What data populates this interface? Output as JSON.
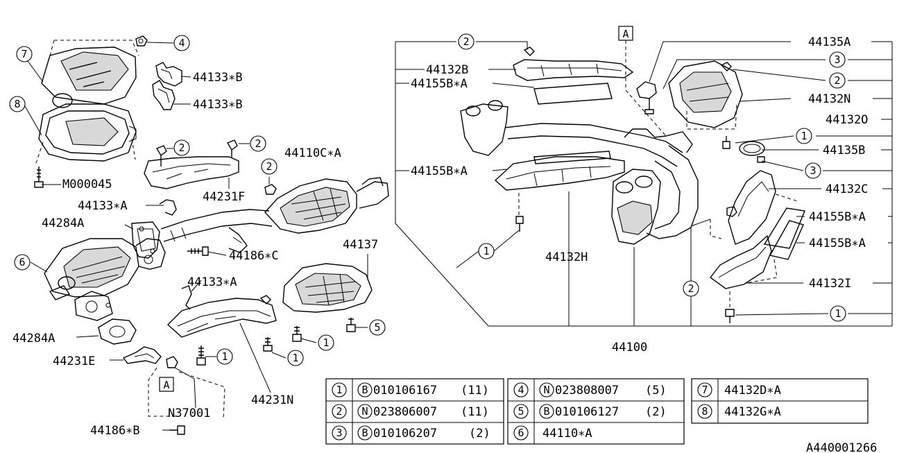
{
  "callouts": {
    "c_1": "1",
    "c_2": "2",
    "c_3": "3",
    "c_4": "4",
    "c_5": "5",
    "c_6": "6",
    "c_7": "7",
    "c_8": "8",
    "ref_a": "A"
  },
  "labels": {
    "p44133_B_1": "44133∗B",
    "p44133_B_2": "44133∗B",
    "M000045": "M000045",
    "p44110C_A": "44110C∗A",
    "p44231F": "44231F",
    "p44133_A_1": "44133∗A",
    "p44284A_1": "44284A",
    "p44186_C": "44186∗C",
    "p44137": "44137",
    "p44133_A_2": "44133∗A",
    "p44284A_2": "44284A",
    "p44231E": "44231E",
    "N37001": "N37001",
    "p44231N": "44231N",
    "p44186_B": "44186∗B",
    "p44135A": "44135A",
    "p44132B": "44132B",
    "p44155B_A_1": "44155B∗A",
    "p44132N": "44132N",
    "p44132O": "44132O",
    "p44135B": "44135B",
    "p44155B_A_2": "44155B∗A",
    "p44132C": "44132C",
    "p44155B_A_3": "44155B∗A",
    "p44155B_A_4": "44155B∗A",
    "p44132H": "44132H",
    "p44132I": "44132I",
    "p44100": "44100",
    "code": "A440001266"
  },
  "legend": {
    "rows": [
      {
        "num": "1",
        "type": "B",
        "part": "010106167",
        "qty": "(11)"
      },
      {
        "num": "2",
        "type": "N",
        "part": "023806007",
        "qty": "(11)"
      },
      {
        "num": "3",
        "type": "B",
        "part": "010106207",
        "qty": "(2)"
      },
      {
        "num": "4",
        "type": "N",
        "part": "023808007",
        "qty": "(5)"
      },
      {
        "num": "5",
        "type": "B",
        "part": "010106127",
        "qty": "(2)"
      },
      {
        "num": "6",
        "type": "",
        "part": "44110∗A",
        "qty": ""
      },
      {
        "num": "7",
        "type": "",
        "part": "44132D∗A",
        "qty": ""
      },
      {
        "num": "8",
        "type": "",
        "part": "44132G∗A",
        "qty": ""
      }
    ]
  }
}
